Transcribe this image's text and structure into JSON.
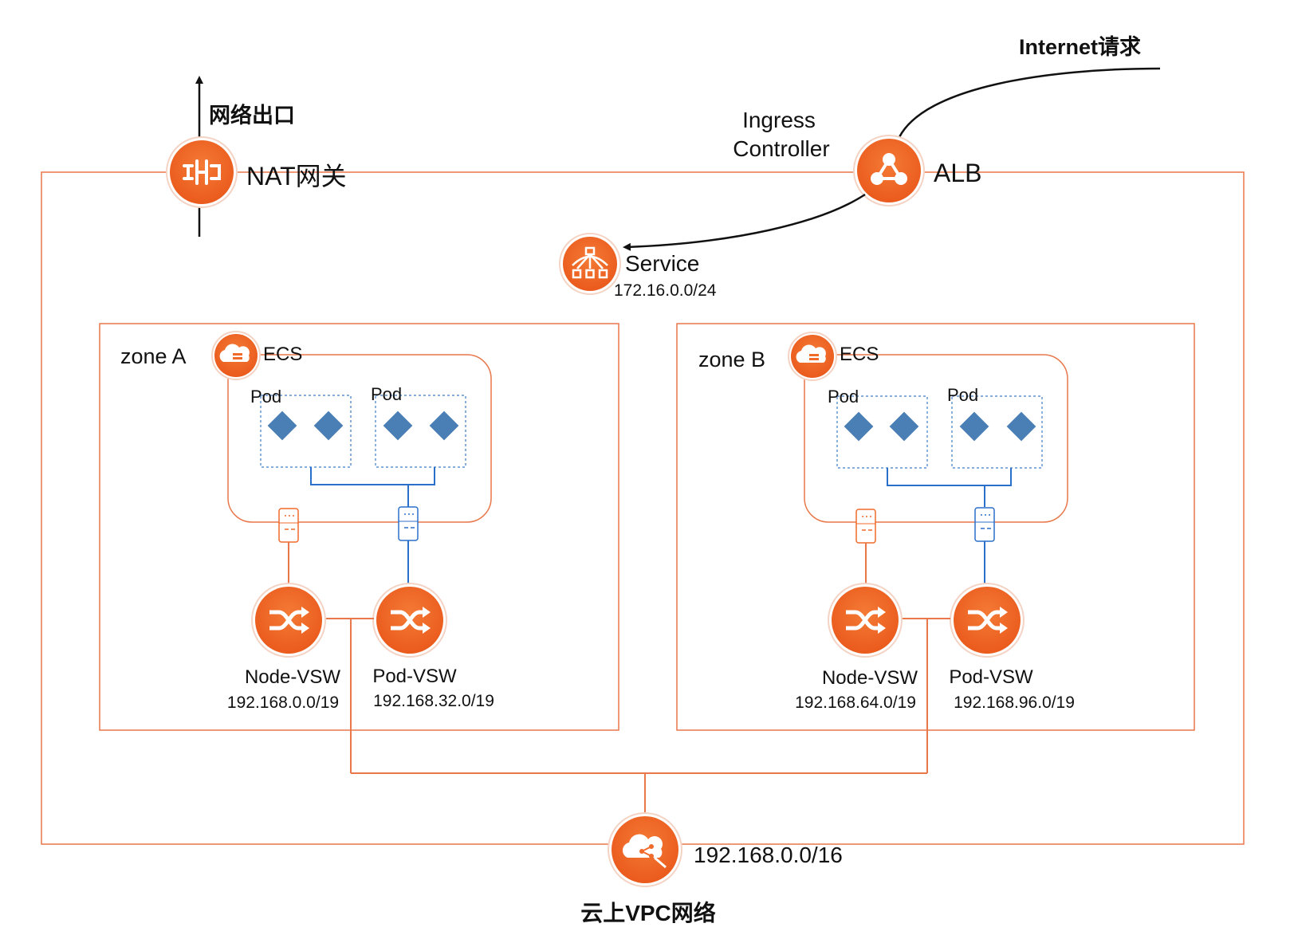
{
  "labels": {
    "internet_request": "Internet请求",
    "network_egress": "网络出口",
    "nat_gateway": "NAT网关",
    "ingress_controller_line1": "Ingress",
    "ingress_controller_line2": "Controller",
    "alb": "ALB",
    "service": "Service",
    "service_cidr": "172.16.0.0/24",
    "vpc_cidr": "192.168.0.0/16",
    "vpc_title": "云上VPC网络"
  },
  "zones": [
    {
      "name": "zone A",
      "ecs": "ECS",
      "pods": [
        "Pod",
        "Pod"
      ],
      "node_vsw": {
        "name": "Node-VSW",
        "cidr": "192.168.0.0/19"
      },
      "pod_vsw": {
        "name": "Pod-VSW",
        "cidr": "192.168.32.0/19"
      }
    },
    {
      "name": "zone B",
      "ecs": "ECS",
      "pods": [
        "Pod",
        "Pod"
      ],
      "node_vsw": {
        "name": "Node-VSW",
        "cidr": "192.168.64.0/19"
      },
      "pod_vsw": {
        "name": "Pod-VSW",
        "cidr": "192.168.96.0/19"
      }
    }
  ],
  "colors": {
    "accent_orange": "#f06a2a",
    "border_orange": "#e8774a",
    "link_blue": "#2a6fc9",
    "pod_diamond": "#4a7fb5",
    "pod_box_dash": "#3d7cc9"
  },
  "icons": {
    "nat": "nat-gateway-icon",
    "alb": "load-balancer-icon",
    "service": "service-tree-icon",
    "ecs": "ecs-cloud-icon",
    "vsw": "vswitch-shuffle-icon",
    "vpc": "vpc-cloud-icon",
    "eni": "eni-card-icon"
  }
}
